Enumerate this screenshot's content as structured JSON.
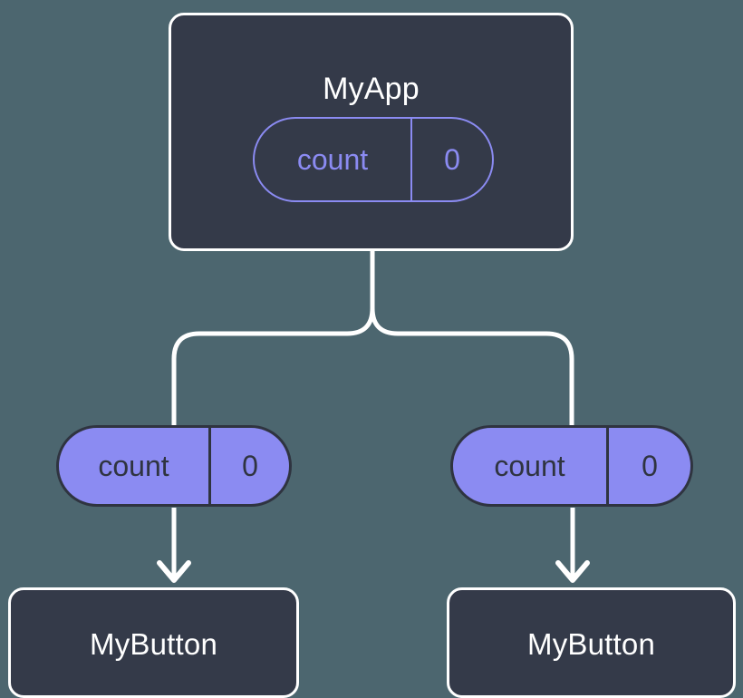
{
  "diagram": {
    "title": "state-propagation-tree",
    "background_color": "#4c666f",
    "colors": {
      "node_fill": "#343a49",
      "node_border": "#ffffff",
      "accent": "#8b8bf2",
      "accent_text_dark": "#2f3440",
      "wire": "#ffffff"
    },
    "root": {
      "label": "MyApp",
      "state": {
        "key": "count",
        "value": "0"
      }
    },
    "branches": [
      {
        "side": "left",
        "prop": {
          "key": "count",
          "value": "0"
        },
        "child": {
          "label": "MyButton"
        }
      },
      {
        "side": "right",
        "prop": {
          "key": "count",
          "value": "0"
        },
        "child": {
          "label": "MyButton"
        }
      }
    ]
  }
}
